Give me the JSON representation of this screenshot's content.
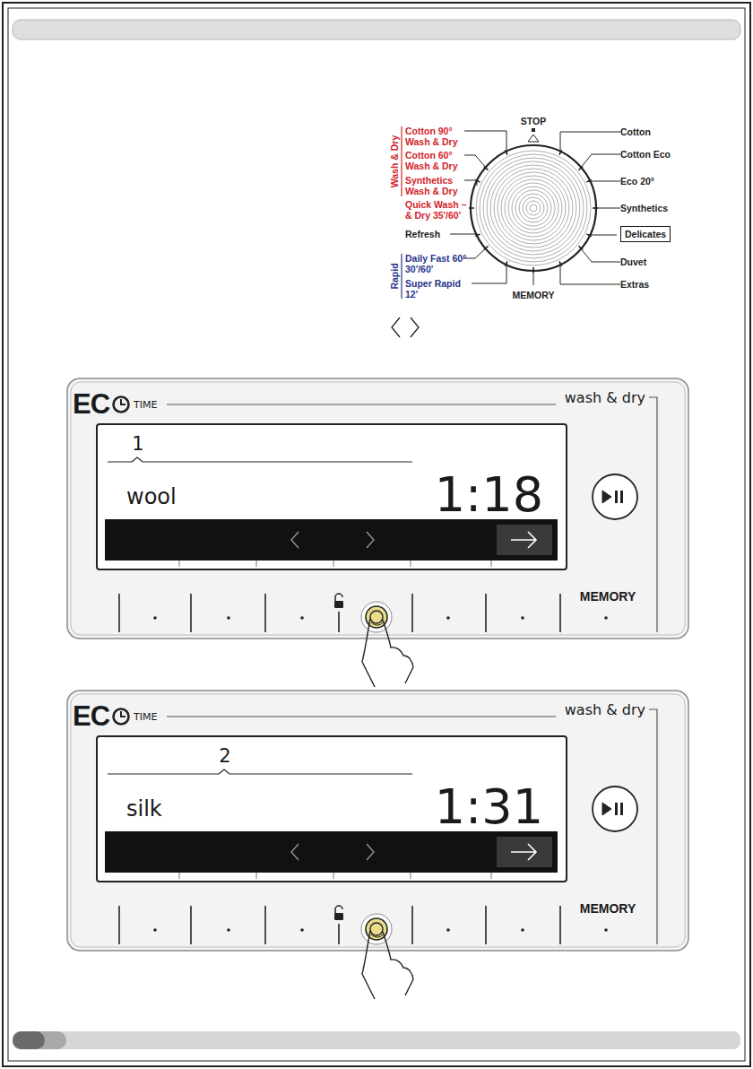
{
  "diagram": {
    "nodes": [
      {
        "text": [
          "Delicates"
        ]
      },
      {
        "text": [
          "EC",
          "TIME",
          "wash & dry",
          "MEMORY"
        ]
      },
      {
        "text": [
          "1",
          "wool",
          "1:18"
        ],
        "in": 1
      },
      {
        "text": [
          "EC",
          "TIME",
          "wash & dry",
          "MEMORY"
        ]
      },
      {
        "text": [
          "2",
          "silk",
          "1:31"
        ],
        "in": 3
      }
    ],
    "labels": [
      "STOP",
      "Cotton",
      "Cotton Eco",
      "Eco 20°",
      "Synthetics",
      "Duvet",
      "Extras",
      "MEMORY",
      "Cotton 90° Wash & Dry",
      "Cotton 60° Wash & Dry",
      "Synthetics Wash & Dry",
      "Quick Wash – & Dry 35'/60'",
      "Refresh",
      "Daily Fast 60° 30'/60'",
      "Super Rapid 12'",
      "Wash & Dry",
      "Rapid"
    ]
  }
}
